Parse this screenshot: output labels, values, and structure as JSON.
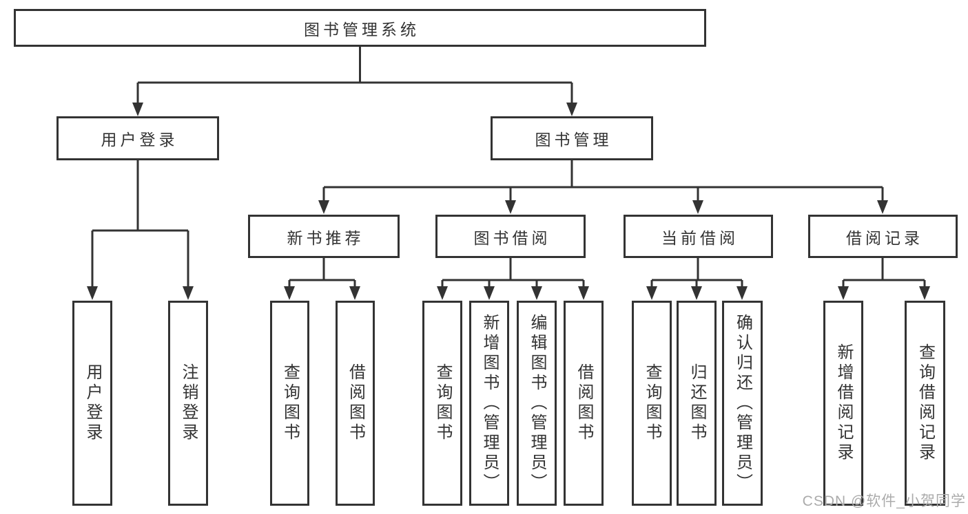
{
  "diagram": {
    "root": {
      "label": "图书管理系统"
    },
    "level2": [
      {
        "label": "用户登录"
      },
      {
        "label": "图书管理"
      }
    ],
    "level3": [
      {
        "label": "新书推荐"
      },
      {
        "label": "图书借阅"
      },
      {
        "label": "当前借阅"
      },
      {
        "label": "借阅记录"
      }
    ],
    "leaves": {
      "user": [
        "用户登录",
        "注销登录"
      ],
      "recommend": [
        "查询图书",
        "借阅图书"
      ],
      "borrowing": [
        "查询图书",
        "新增图书（管理员）",
        "编辑图书（管理员）",
        "借阅图书"
      ],
      "current": [
        "查询图书",
        "归还图书",
        "确认归还（管理员）"
      ],
      "records": [
        "新增借阅记录",
        "查询借阅记录"
      ]
    }
  },
  "watermark": {
    "text": "CSDN @软件_小贺同学"
  },
  "colors": {
    "line": "#333333",
    "text": "#333333",
    "background": "#ffffff",
    "watermark": "#ababab"
  }
}
